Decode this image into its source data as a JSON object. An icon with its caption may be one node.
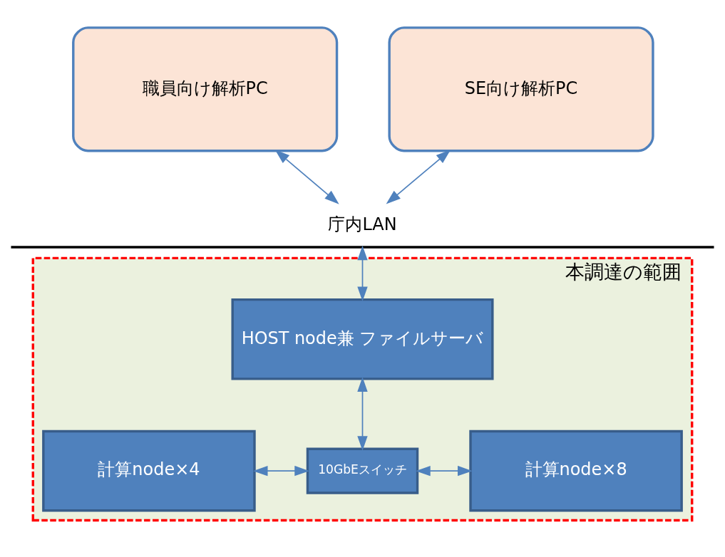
{
  "diagram": {
    "nodes": [
      {
        "text": [
          "職員向け解析PC"
        ]
      },
      {
        "text": [
          "SE向け解析PC"
        ]
      },
      {
        "text": [
          "庁内LAN"
        ]
      },
      {
        "text": [
          "本調達の範囲"
        ]
      },
      {
        "text": [
          "HOST node兼 ファイルサーバ"
        ],
        "in": 3
      },
      {
        "text": [
          "計算node×4"
        ],
        "in": 3
      },
      {
        "text": [
          "10GbEスイッチ"
        ],
        "in": 3
      },
      {
        "text": [
          "計算node×8"
        ],
        "in": 3
      }
    ],
    "edges": [
      {
        "from": 0,
        "to": 2,
        "arrow": "both"
      },
      {
        "from": 1,
        "to": 2,
        "arrow": "both"
      },
      {
        "from": 2,
        "to": 4,
        "arrow": "both"
      },
      {
        "from": 4,
        "to": 6,
        "arrow": "both"
      },
      {
        "from": 5,
        "to": 6,
        "arrow": "both"
      },
      {
        "from": 6,
        "to": 7,
        "arrow": "both"
      }
    ]
  }
}
